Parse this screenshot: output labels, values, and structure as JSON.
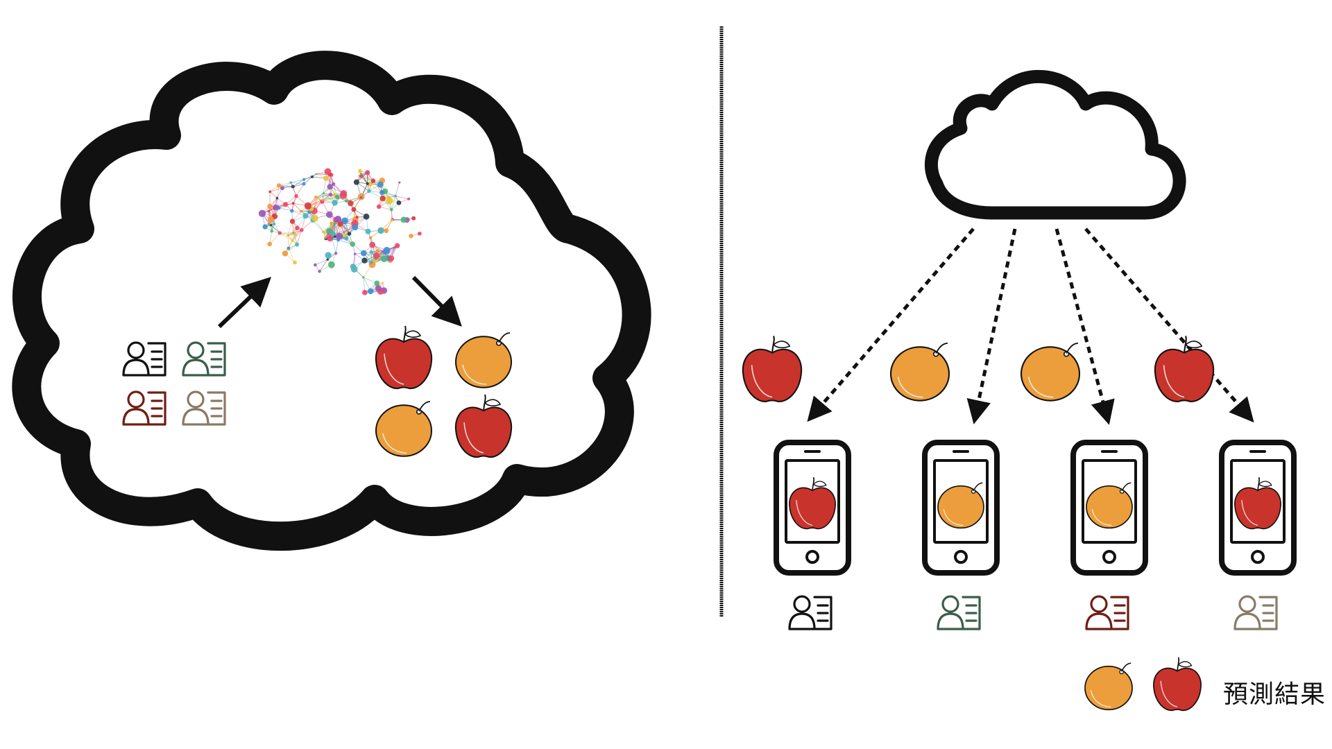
{
  "colors": {
    "apple": "#c8332c",
    "orange": "#eb9e3b",
    "stroke": "#111111",
    "user_black": "#111111",
    "user_green": "#3a5e4a",
    "user_red": "#6e1e14",
    "user_tan": "#8a7a66"
  },
  "diagram": {
    "left_panel": {
      "cloud": "training-cloud",
      "inputs": [
        "user-profile-icon-black",
        "user-profile-icon-green",
        "user-profile-icon-red",
        "user-profile-icon-tan"
      ],
      "model": "neural-network-brain-icon",
      "outputs": [
        "apple",
        "orange",
        "orange",
        "apple"
      ]
    },
    "right_panel": {
      "cloud": "cloud-icon",
      "predictions": [
        "apple",
        "orange",
        "orange",
        "apple"
      ],
      "phones": [
        {
          "fruit": "apple",
          "user_color": "user_black"
        },
        {
          "fruit": "orange",
          "user_color": "user_green"
        },
        {
          "fruit": "orange",
          "user_color": "user_red"
        },
        {
          "fruit": "apple",
          "user_color": "user_tan"
        }
      ]
    }
  },
  "legend": {
    "icons": [
      "orange",
      "apple"
    ],
    "label": "預測結果"
  }
}
